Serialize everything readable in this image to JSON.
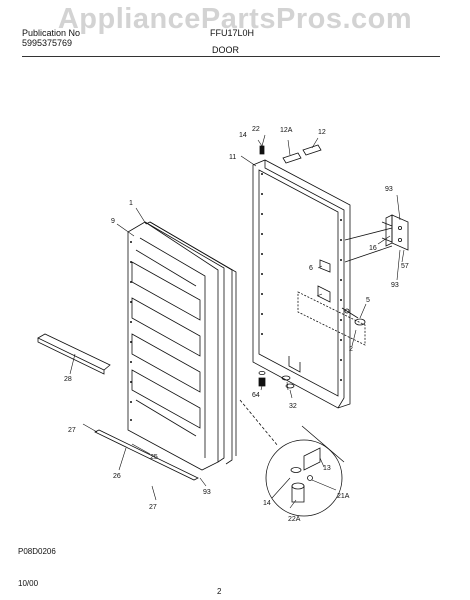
{
  "watermark": "AppliancePartsPros.com",
  "header": {
    "pub_label": "Publication No",
    "pub_number": "5995375769",
    "model": "FFU17L0H",
    "section": "DOOR"
  },
  "parts": {
    "p1": "1",
    "p2": "2",
    "p5": "5",
    "p6": "6",
    "p9": "9",
    "p11": "11",
    "p12": "12",
    "p12a": "12A",
    "p13": "13",
    "p14a": "14",
    "p14b": "14",
    "p16": "16",
    "p21a": "21A",
    "p22": "22",
    "p22a": "22A",
    "p25": "25",
    "p26": "26",
    "p27a": "27",
    "p27b": "27",
    "p28": "28",
    "p32": "32",
    "p57": "57",
    "p64": "64",
    "p93a": "93",
    "p93b": "93",
    "p93c": "93"
  },
  "footer": {
    "code": "P08D0206",
    "date": "10/00",
    "page": "2"
  }
}
